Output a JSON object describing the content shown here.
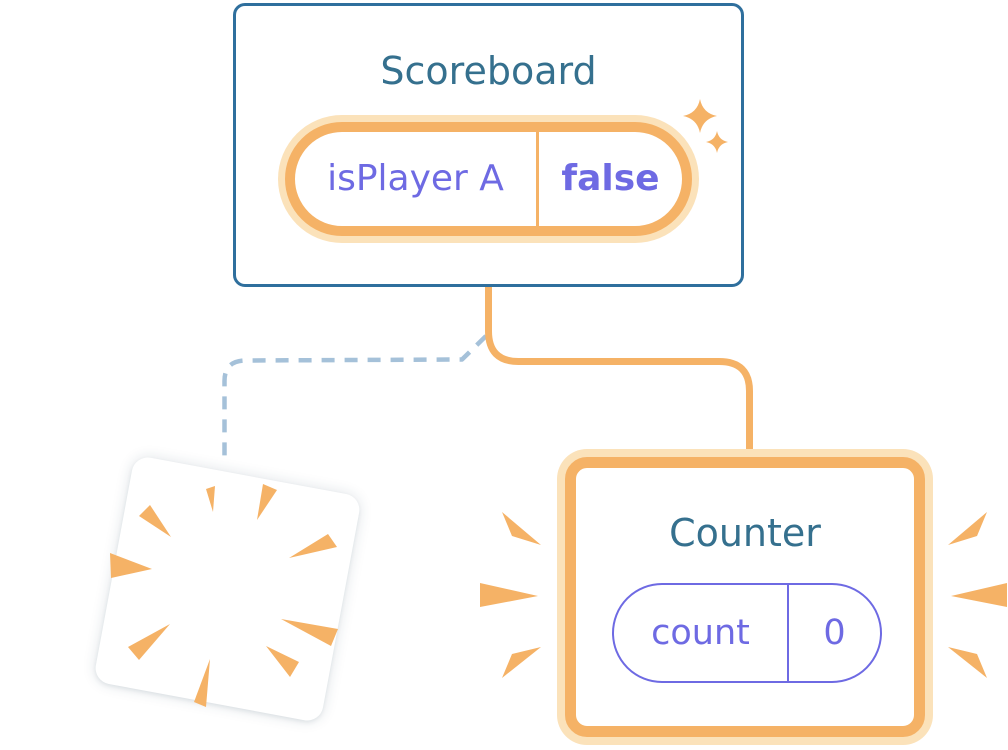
{
  "scoreboard": {
    "title": "Scoreboard",
    "state_pill": {
      "key": "isPlayer A",
      "value": "false"
    }
  },
  "counter": {
    "title": "Counter",
    "state_pill": {
      "key": "count",
      "value": "0"
    }
  },
  "icons": {
    "sparkles": "sparkle-stars-icon",
    "burst": "destroyed-burst-icon",
    "emphasis": "emphasis-rays-icon"
  },
  "colors": {
    "background": "#ffffff",
    "card_border_blue": "#2f6f9d",
    "heading_teal": "#35708e",
    "accent_orange": "#f5b266",
    "accent_orange_light": "#fbe2ba",
    "state_purple": "#6e6ae3",
    "dashed_line_blue": "#a5c1d9"
  }
}
